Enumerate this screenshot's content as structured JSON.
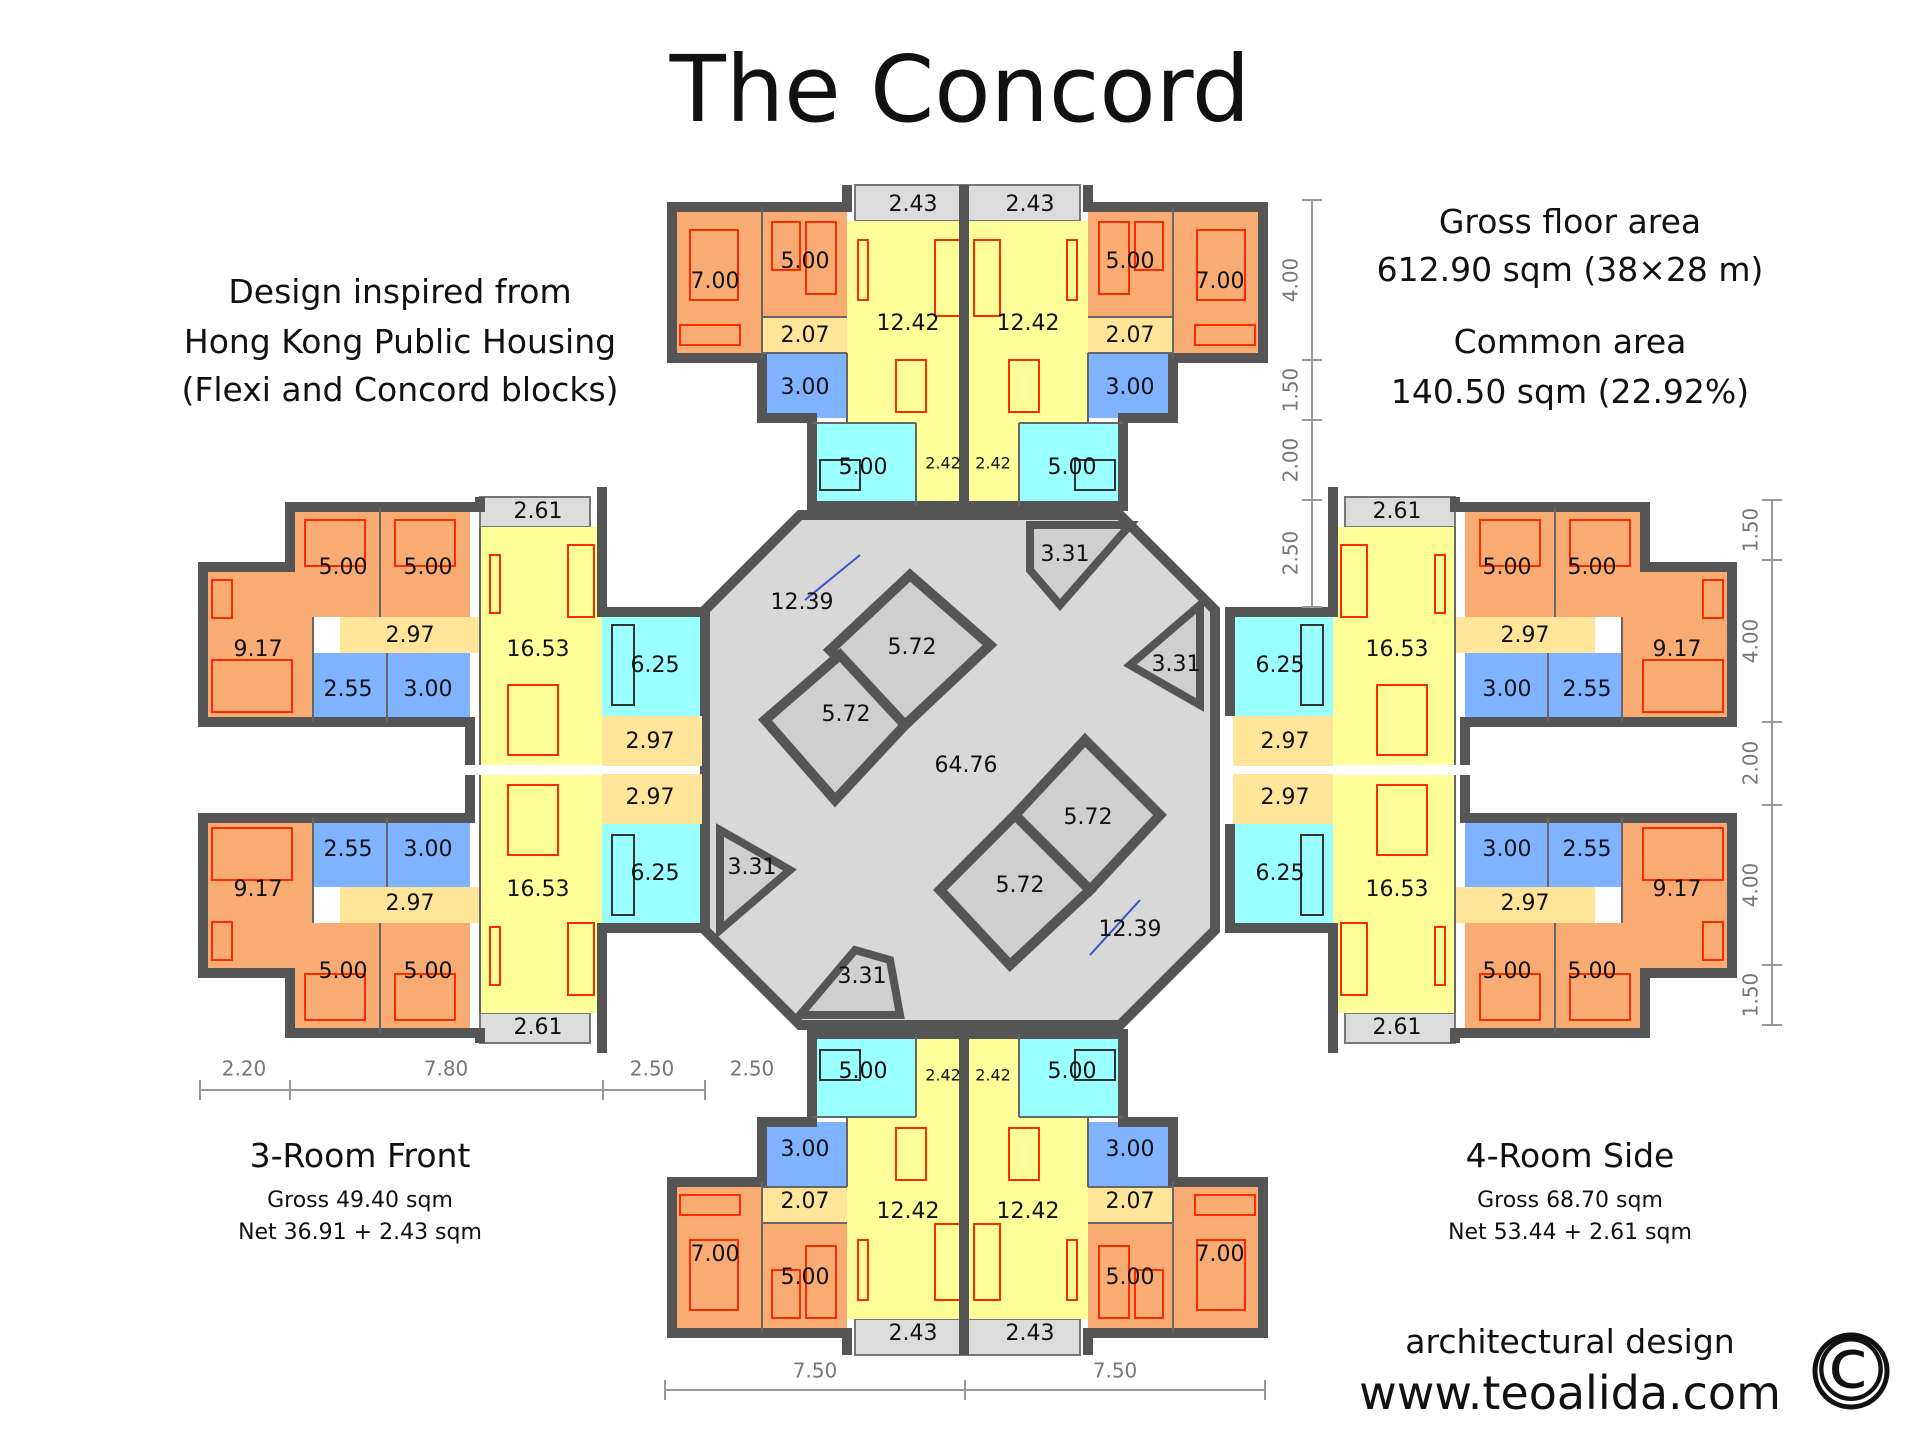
{
  "title": "The Concord",
  "texts": {
    "inspired_1": "Design inspired from",
    "inspired_2": "Hong Kong Public Housing",
    "inspired_3": "(Flexi and Concord blocks)",
    "gfa_label": "Gross floor area",
    "gfa_value": "612.90 sqm (38×28 m)",
    "common_label": "Common area",
    "common_value": "140.50 sqm (22.92%)",
    "front_title": "3-Room Front",
    "front_gross": "Gross 49.40 sqm",
    "front_net": "Net 36.91 + 2.43 sqm",
    "side_title": "4-Room Side",
    "side_gross": "Gross 68.70 sqm",
    "side_net": "Net 53.44 + 2.61 sqm",
    "credit": "architectural design",
    "url": "www.teoalida.com",
    "copyright": "©"
  },
  "dimensions": {
    "bottom": [
      "2.20",
      "7.80",
      "2.50",
      "2.50"
    ],
    "bottom_center": [
      "7.50",
      "7.50"
    ],
    "top_right_vertical": [
      "4.00",
      "1.50",
      "2.00",
      "2.50"
    ],
    "right_vertical": [
      "1.50",
      "4.00",
      "2.00",
      "4.00",
      "1.50"
    ]
  },
  "rooms": {
    "top_left": [
      "7.00",
      "5.00",
      "12.42",
      "2.07",
      "3.00",
      "5.00",
      "2.42",
      "2.43"
    ],
    "top_right": [
      "7.00",
      "5.00",
      "12.42",
      "2.07",
      "3.00",
      "5.00",
      "2.42",
      "2.43"
    ],
    "bottom_left": [
      "7.00",
      "5.00",
      "12.42",
      "2.07",
      "3.00",
      "5.00",
      "2.42",
      "2.43"
    ],
    "bottom_right": [
      "7.00",
      "5.00",
      "12.42",
      "2.07",
      "3.00",
      "5.00",
      "2.42",
      "2.43"
    ],
    "left_upper": [
      "2.61",
      "5.00",
      "5.00",
      "9.17",
      "2.97",
      "16.53",
      "6.25",
      "2.55",
      "3.00",
      "2.97"
    ],
    "left_lower": [
      "2.97",
      "2.55",
      "3.00",
      "9.17",
      "2.97",
      "16.53",
      "6.25",
      "5.00",
      "5.00",
      "2.61"
    ],
    "right_upper": [
      "2.61",
      "5.00",
      "5.00",
      "16.53",
      "2.97",
      "9.17",
      "6.25",
      "3.00",
      "2.55",
      "2.97"
    ],
    "right_lower": [
      "2.97",
      "3.00",
      "2.55",
      "16.53",
      "6.25",
      "2.97",
      "9.17",
      "5.00",
      "5.00",
      "2.61"
    ],
    "core": [
      "12.39",
      "5.72",
      "5.72",
      "3.31",
      "3.31",
      "64.76",
      "5.72",
      "5.72",
      "3.31",
      "3.31",
      "12.39"
    ]
  },
  "colors": {
    "bedroom": "#f9ab74",
    "living": "#ffff99",
    "kitchen": "#99ffff",
    "bathroom": "#7fb2ff",
    "corridor": "#ffe599",
    "balcony": "#dcdcdc",
    "core": "#d8d8d8",
    "wall": "#555555",
    "furniture": "#ff2a00"
  }
}
